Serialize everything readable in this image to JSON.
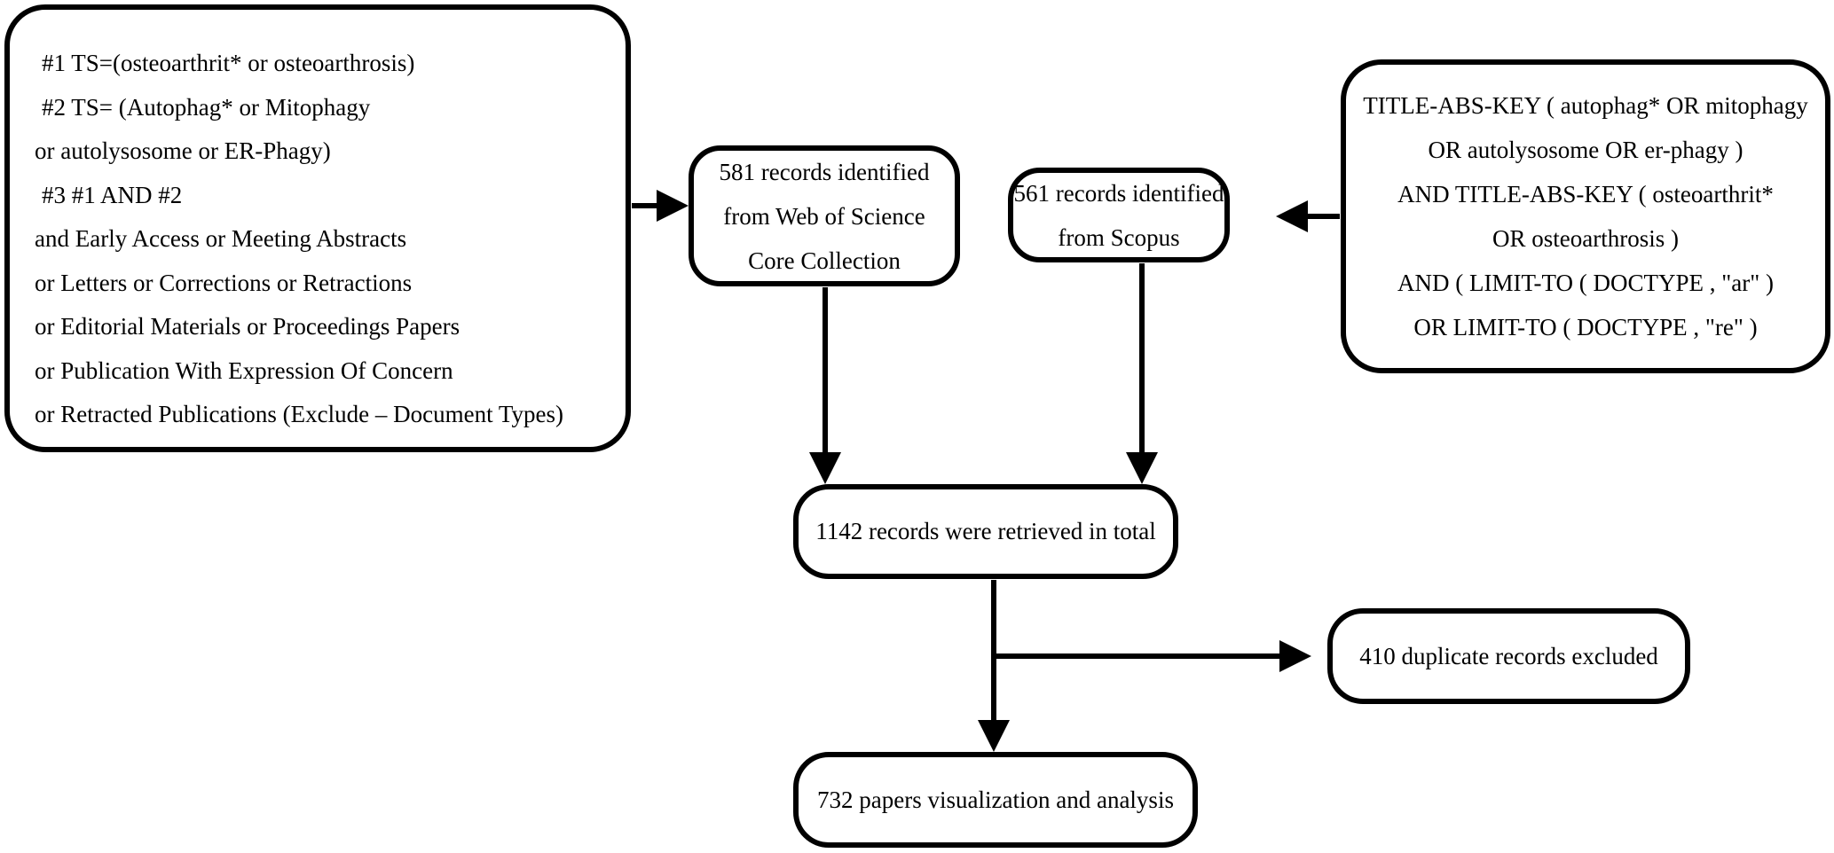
{
  "wos_query": {
    "lines": [
      "#1 TS=(osteoarthrit* or osteoarthrosis)",
      "#2 TS= (Autophag* or Mitophagy",
      "or autolysosome or ER-Phagy)",
      "#3 #1 AND #2",
      "and Early Access or Meeting Abstracts",
      "or Letters or Corrections or Retractions",
      "or Editorial Materials or Proceedings Papers",
      "or Publication With Expression Of Concern",
      "or Retracted Publications (Exclude – Document Types)"
    ]
  },
  "wos_records": {
    "lines": [
      "581 records identified",
      "from Web of Science",
      "Core Collection"
    ]
  },
  "scopus_records": {
    "lines": [
      "561 records identified",
      "from Scopus"
    ]
  },
  "scopus_query": {
    "lines": [
      "TITLE-ABS-KEY ( autophag* OR mitophagy",
      "OR autolysosome OR er-phagy )",
      "AND TITLE-ABS-KEY ( osteoarthrit*",
      "OR osteoarthrosis )",
      "AND ( LIMIT-TO ( DOCTYPE , \"ar\" )",
      "OR LIMIT-TO ( DOCTYPE , \"re\" )"
    ]
  },
  "total_records": {
    "label": "1142 records were retrieved in total"
  },
  "duplicates": {
    "label": "410 duplicate records excluded"
  },
  "final_papers": {
    "label": "732 papers visualization and analysis"
  },
  "colors": {
    "stroke": "#000000",
    "background": "#ffffff"
  }
}
